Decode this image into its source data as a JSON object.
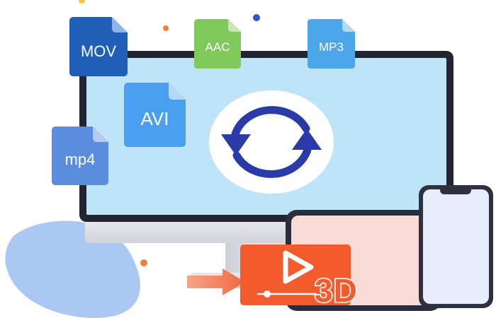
{
  "files": {
    "mov": "MOV",
    "aac": "AAC",
    "mp3": "MP3",
    "avi": "AVI",
    "mp4": "mp4"
  },
  "badge_3d": "3D",
  "icons": {
    "sync": "sync-arrows-icon",
    "play": "play-icon",
    "arrow": "arrow-right-icon"
  },
  "colors": {
    "screen": "#bfe4f7",
    "mov": "#1f5fb8",
    "aac": "#7fc85a",
    "mp3": "#4ea6ea",
    "avi": "#4a9ff0",
    "mp4": "#5b8ddf",
    "player": "#f35a2c",
    "sync": "#2a3aa8"
  }
}
